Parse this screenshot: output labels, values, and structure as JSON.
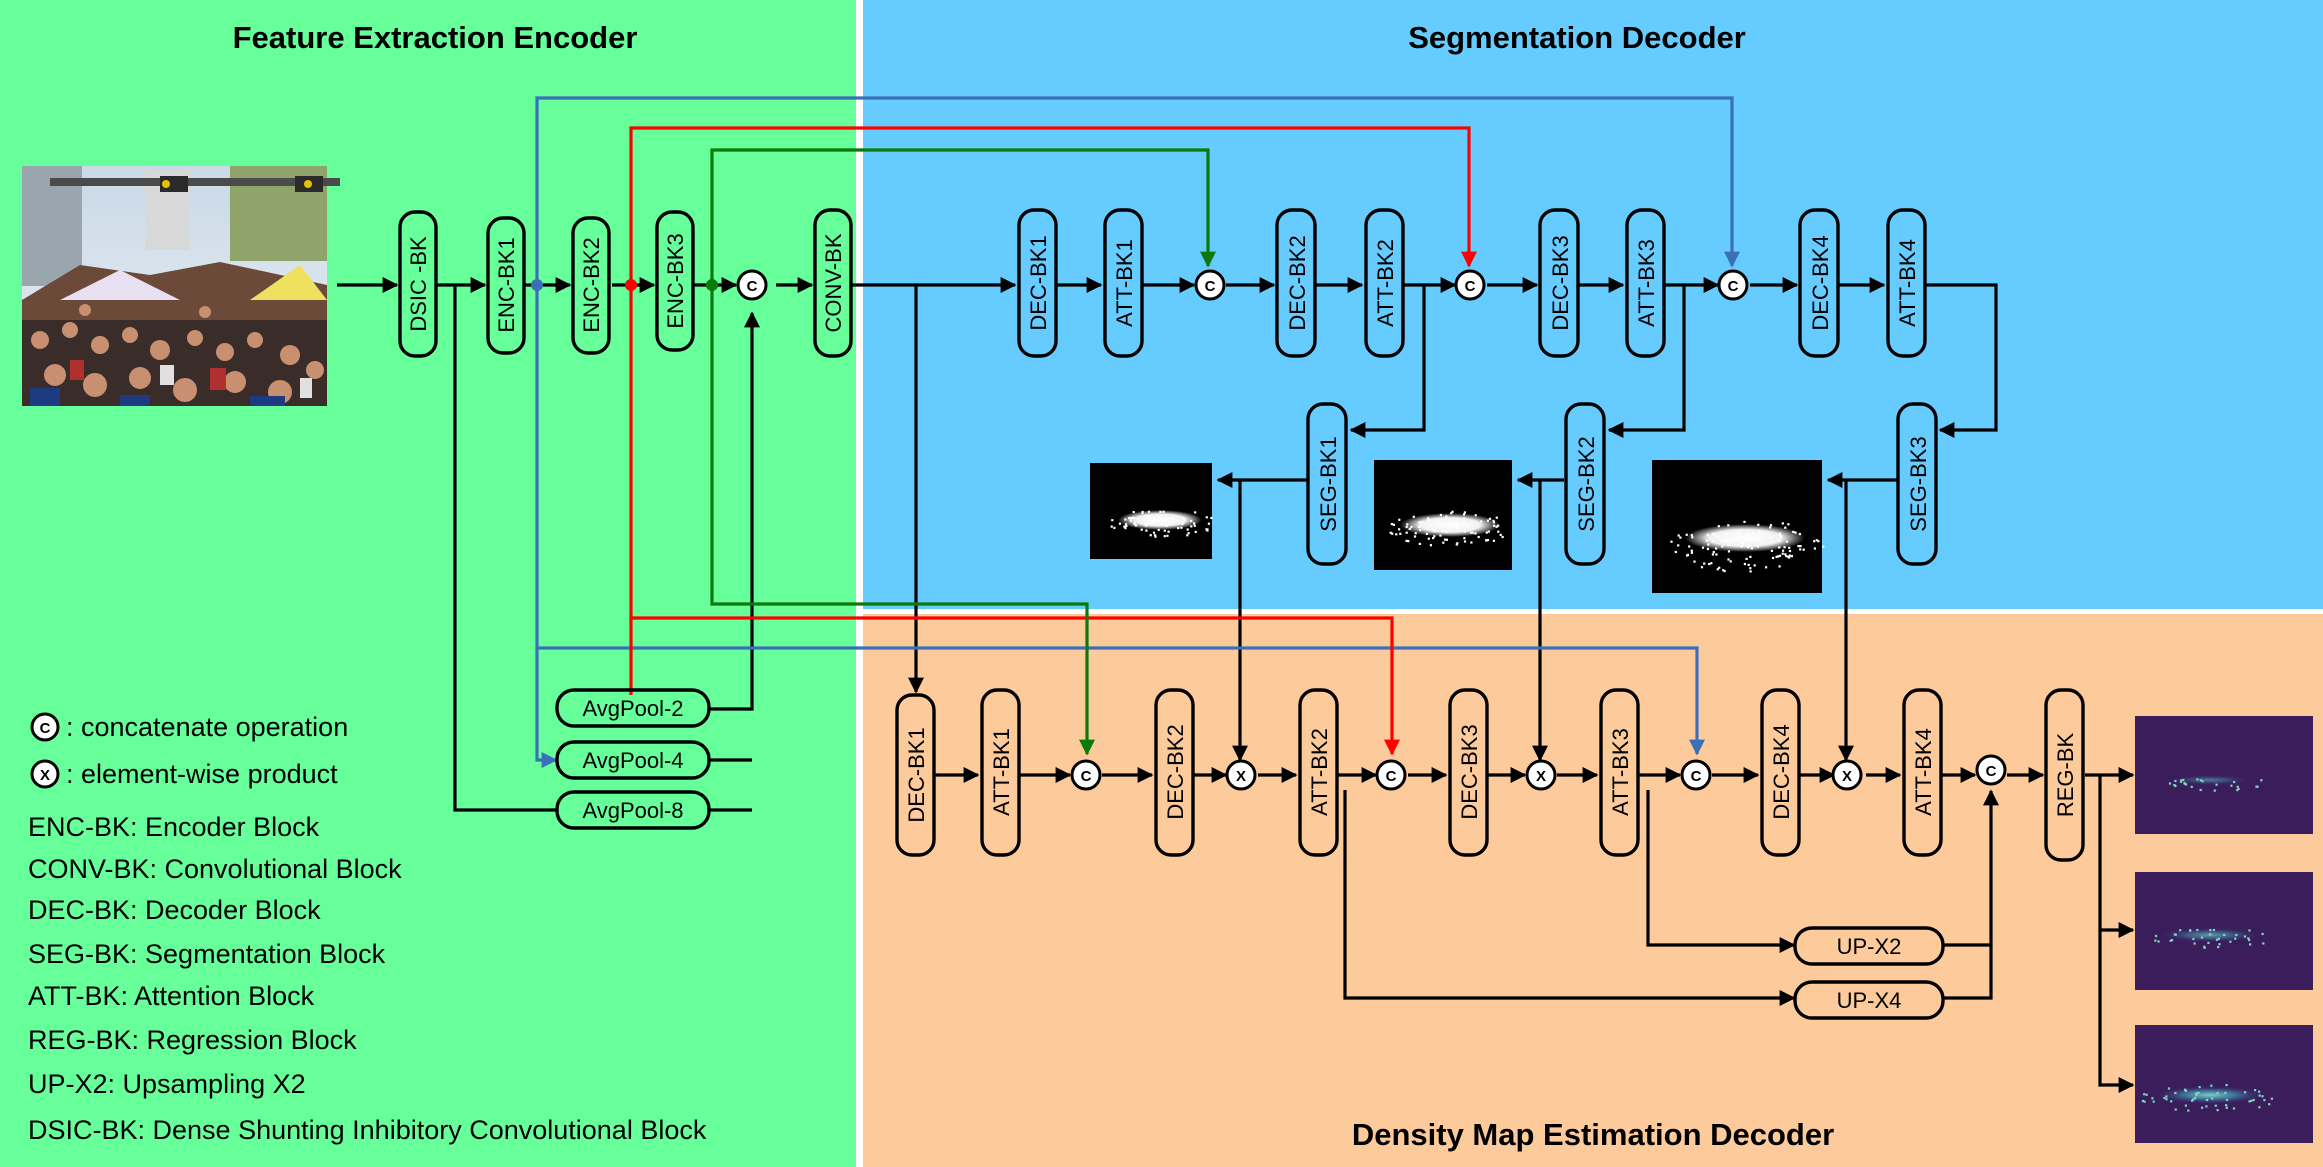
{
  "titles": {
    "encoder": "Feature Extraction Encoder",
    "segmentation": "Segmentation Decoder",
    "density": "Density Map Estimation Decoder"
  },
  "colors": {
    "encoder_bg": "#66ff99",
    "segmentation_bg": "#66ccff",
    "density_bg": "#fdcb9b",
    "skip_blue": "#3b6fb8",
    "skip_red": "#ff0000",
    "skip_green": "#0b7a0b"
  },
  "encoder": {
    "blocks": [
      "DSIC -BK",
      "ENC-BK1",
      "ENC-BK2",
      "ENC-BK3",
      "CONV-BK"
    ],
    "pools": [
      "AvgPool-2",
      "AvgPool-4",
      "AvgPool-8"
    ]
  },
  "segmentation": {
    "blocks": [
      "DEC-BK1",
      "ATT-BK1",
      "DEC-BK2",
      "ATT-BK2",
      "DEC-BK3",
      "ATT-BK3",
      "DEC-BK4",
      "ATT-BK4"
    ],
    "seg_blocks": [
      "SEG-BK1",
      "SEG-BK2",
      "SEG-BK3"
    ]
  },
  "density": {
    "blocks": [
      "DEC-BK1",
      "ATT-BK1",
      "DEC-BK2",
      "ATT-BK2",
      "DEC-BK3",
      "ATT-BK3",
      "DEC-BK4",
      "ATT-BK4",
      "REG-BK"
    ],
    "upsample": [
      "UP-X2",
      "UP-X4"
    ]
  },
  "ops": {
    "concat": "C",
    "product": "X"
  },
  "legend": [
    ": concatenate operation",
    ": element-wise product",
    "ENC-BK: Encoder Block",
    "CONV-BK: Convolutional Block",
    "DEC-BK: Decoder Block",
    "SEG-BK: Segmentation Block",
    "ATT-BK: Attention Block",
    "REG-BK: Regression Block",
    "UP-X2: Upsampling  X2",
    "DSIC-BK: Dense Shunting Inhibitory Convolutional Block"
  ],
  "icons": [
    "crowd-photo",
    "segmentation-mask",
    "density-map",
    "concat-icon",
    "product-icon"
  ]
}
